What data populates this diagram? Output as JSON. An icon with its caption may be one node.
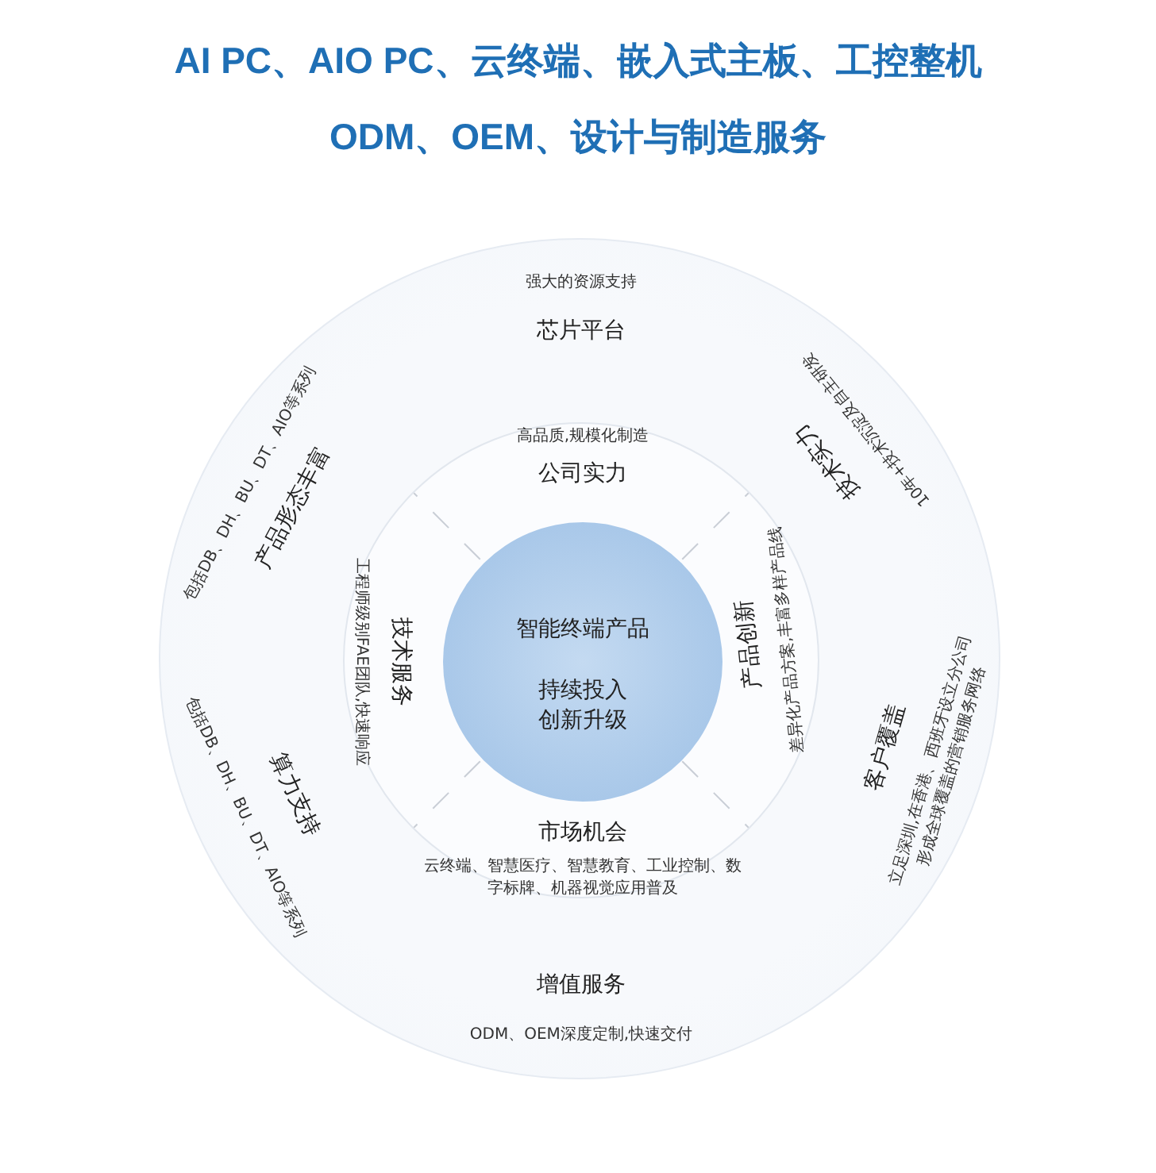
{
  "diagram": {
    "title": "AI PC、AIO PC、云终端、嵌入式主板、工控整机ODM、OEM、设计与制造服务",
    "nodes": [
      {
        "text": [
          "强大的资源支持",
          "芯片平台",
          "技术实力",
          "10年+技术沉淀及自主研发",
          "客户覆盖",
          "立足深圳,在香港、西班牙设立分公司形成全球覆盖的营销服务网络",
          "增值服务",
          "ODM、OEM深度定制,快速交付",
          "算力支持",
          "包括DB、DH、BU、DT、AIO等系列",
          "产品形态丰富",
          "包括DB、DH、BU、DT、AIO等系列"
        ]
      },
      {
        "text": [
          "高品质,规模化制造",
          "公司实力",
          "产品创新",
          "差异化产品方案,丰富多样产品线",
          "市场机会",
          "云终端、智慧医疗、智慧教育、工业控制、数字标牌、机器视觉应用普及",
          "技术服务",
          "工程师级别FAE团队,快速响应"
        ],
        "in": 0
      },
      {
        "text": [
          "智能终端产品",
          "持续投入创新升级"
        ],
        "in": 1
      }
    ]
  }
}
